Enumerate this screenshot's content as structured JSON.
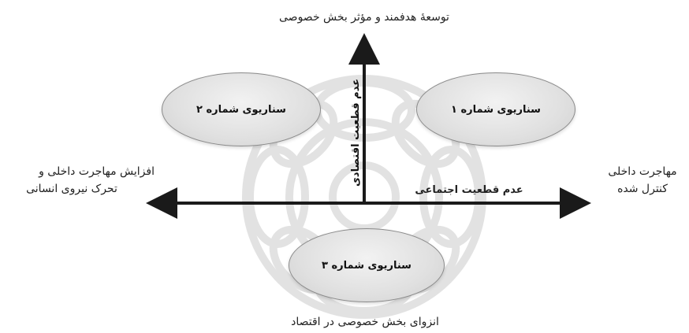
{
  "diagram": {
    "top_label": "توسعهٔ هدفمند و مؤثر بخش خصوصی",
    "bottom_label": "انزوای بخش خصوصی در اقتصاد",
    "left_label_line1": "افزایش مهاجرت داخلی و",
    "left_label_line2": "تحرک نیروی انسانی",
    "right_label_line1": "مهاجرت داخلی",
    "right_label_line2": "کنترل شده",
    "vertical_axis_label": "عدم قطعیت اقتصادی",
    "horizontal_axis_label": "عدم قطعیت اجتماعی",
    "scenarios": [
      {
        "label": "سناریوی شماره ۲"
      },
      {
        "label": "سناریوی شماره ۱"
      },
      {
        "label": "سناریوی شماره ۳"
      }
    ]
  },
  "colors": {
    "axis": "#1a1a1a",
    "watermark": "#d9d9d9"
  }
}
